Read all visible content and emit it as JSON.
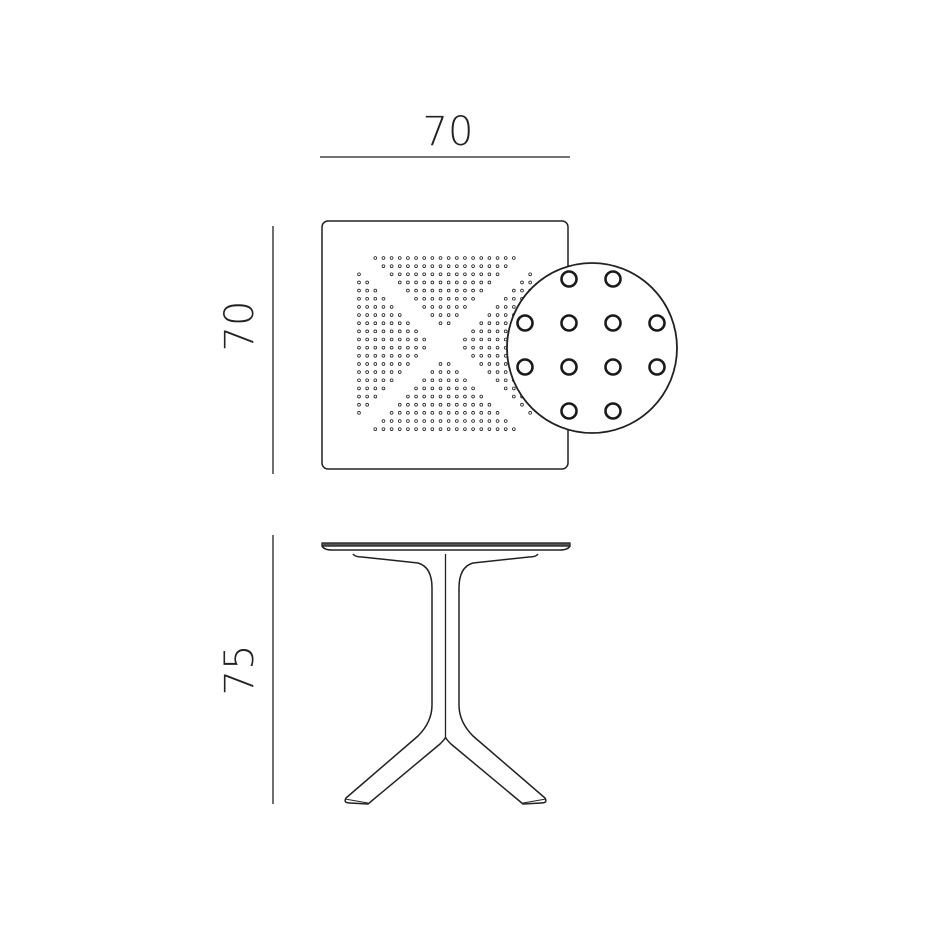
{
  "dimensions": {
    "top_width": "70",
    "top_depth": "70",
    "height": "75"
  },
  "colors": {
    "line": "#1a1a1a",
    "background": "#ffffff"
  }
}
